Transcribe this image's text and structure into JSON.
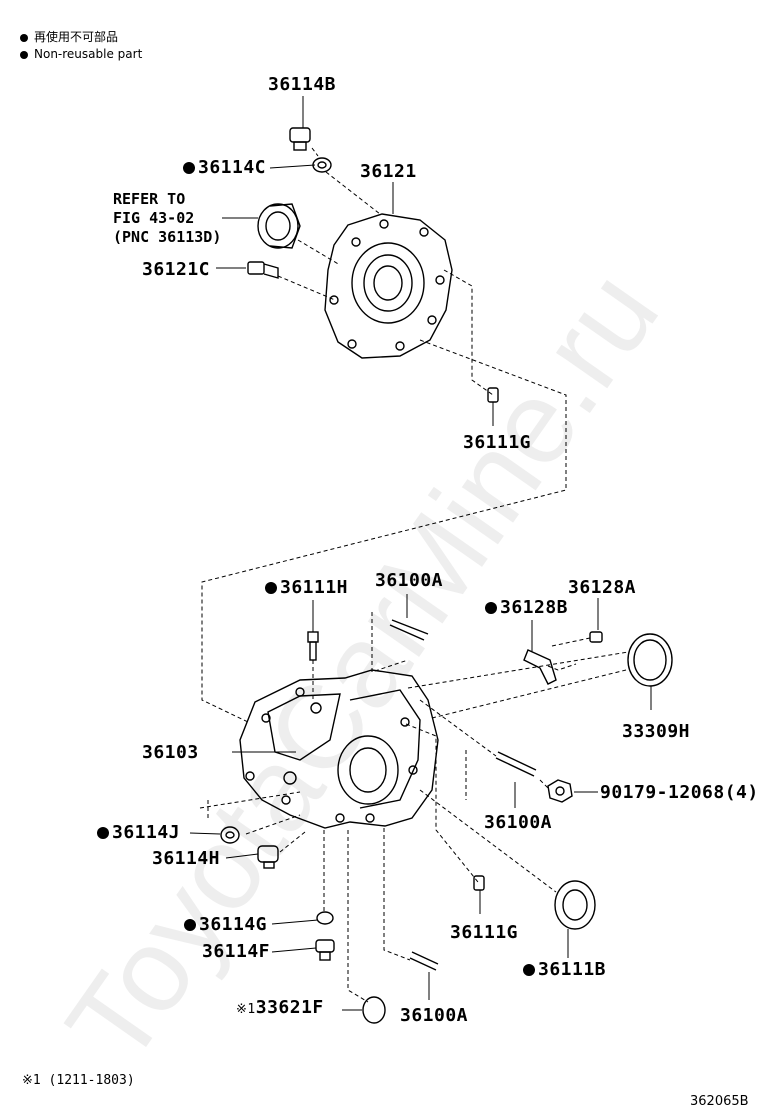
{
  "legend": {
    "line1": "再使用不可部品",
    "line2": "Non-reusable part"
  },
  "watermark": "ToyotaCarMine.ru",
  "refer": {
    "line1": "REFER TO",
    "line2": "FIG 43-02",
    "line3": "(PNC 36113D)"
  },
  "labels": {
    "p36114B": "36114B",
    "p36114C": "36114C",
    "p36121": "36121",
    "p36121C": "36121C",
    "p36111G_top": "36111G",
    "p36111H": "36111H",
    "p36100A_top": "36100A",
    "p36128B": "36128B",
    "p36128A": "36128A",
    "p33309H": "33309H",
    "p36103": "36103",
    "p90179": "90179-12068(4)",
    "p36100A_mid": "36100A",
    "p36114J": "36114J",
    "p36114H": "36114H",
    "p36111G_bot": "36111G",
    "p36114G": "36114G",
    "p36114F": "36114F",
    "p36111B": "36111B",
    "p33621F_prefix": "※1",
    "p33621F": "33621F",
    "p36100A_bot": "36100A"
  },
  "footnote": "※1 (1211-1803)",
  "figure_code": "362065B"
}
